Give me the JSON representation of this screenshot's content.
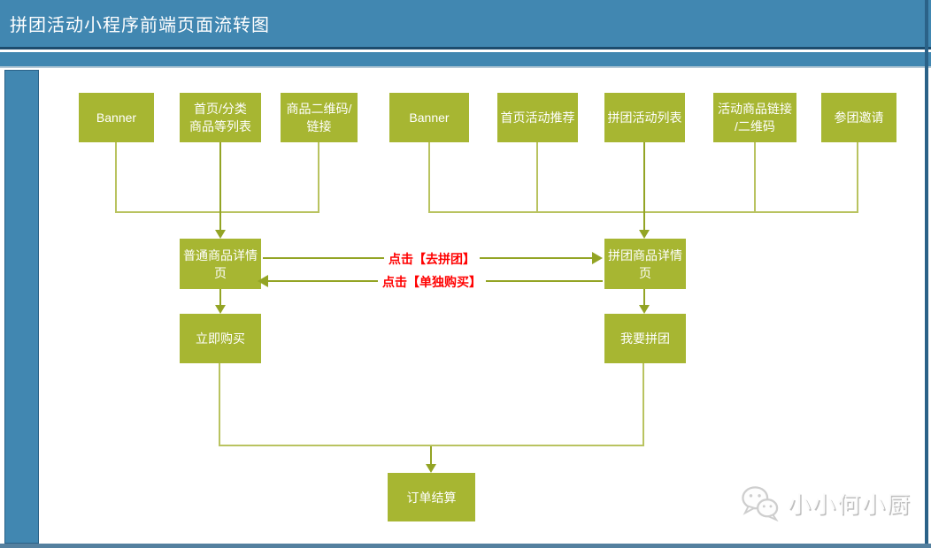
{
  "header": {
    "title": "拼团活动小程序前端页面流转图"
  },
  "nodes": {
    "banner_left": "Banner",
    "home_category_list": "首页/分类\n商品等列表",
    "product_qrcode_link": "商品二维码/\n链接",
    "banner_right": "Banner",
    "home_activity_recommend": "首页活动推荐",
    "group_activity_list": "拼团活动列表",
    "activity_product_link": "活动商品链接\n/二维码",
    "join_group_invite": "参团邀请",
    "normal_product_detail": "普通商品详情\n页",
    "group_product_detail": "拼团商品详情\n页",
    "buy_now": "立即购买",
    "want_group": "我要拼团",
    "order_settlement": "订单结算"
  },
  "edge_labels": {
    "go_group": "点击【去拼团】",
    "buy_alone": "点击【单独购买】"
  },
  "watermark": {
    "text": "小小何小厨",
    "icon": "wechat-logo-icon"
  },
  "colors": {
    "titlebar-blue": "#4187b1",
    "titlebar-border": "#1d4c6e",
    "node-green": "#a7b632",
    "line-light": "#b9c360",
    "line-dark": "#93a424",
    "edge-red": "#ff0000",
    "bottom-strip": "#54809f"
  }
}
